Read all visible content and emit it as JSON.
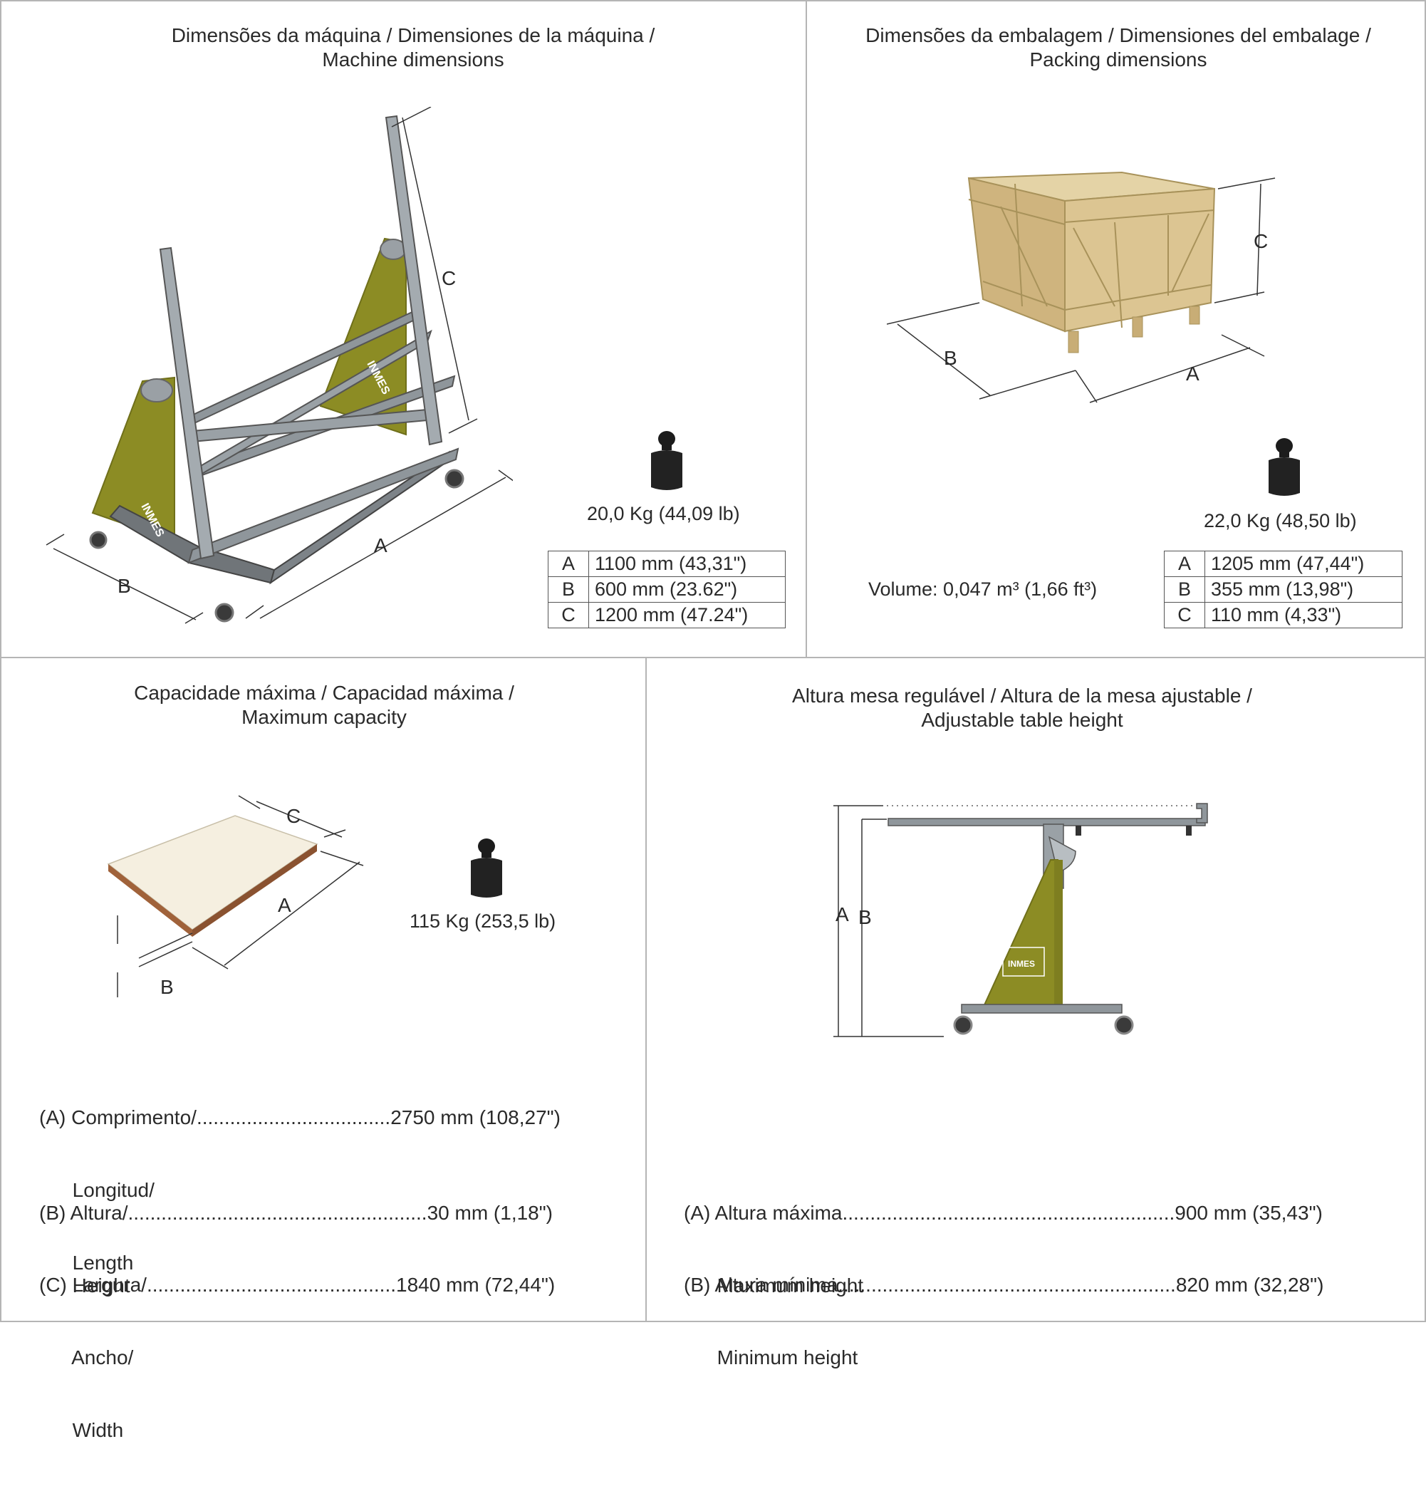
{
  "panels": {
    "machine": {
      "title_line1": "Dimensões da máquina / Dimensiones de la máquina /",
      "title_line2": "Machine dimensions",
      "weight": "20,0 Kg (44,09 lb)",
      "rows": [
        {
          "key": "A",
          "value": "1100 mm (43,31\")"
        },
        {
          "key": "B",
          "value": "600 mm (23.62\")"
        },
        {
          "key": "C",
          "value": "1200 mm (47.24\")"
        }
      ],
      "dim_labels": {
        "a": "A",
        "b": "B",
        "c": "C"
      },
      "logo_text": "INMES"
    },
    "packing": {
      "title_line1": "Dimensões da embalagem / Dimensiones del embalage /",
      "title_line2": "Packing dimensions",
      "weight": "22,0 Kg (48,50 lb)",
      "volume": "Volume: 0,047 m³ (1,66 ft³)",
      "rows": [
        {
          "key": "A",
          "value": "1205 mm (47,44\")"
        },
        {
          "key": "B",
          "value": "355 mm (13,98\")"
        },
        {
          "key": "C",
          "value": "110 mm (4,33\")"
        }
      ],
      "dim_labels": {
        "a": "A",
        "b": "B",
        "c": "C"
      }
    },
    "capacity": {
      "title_line1": "Capacidade máxima / Capacidad máxima /",
      "title_line2": "Maximum capacity",
      "weight": "115 Kg (253,5 lb)",
      "dim_labels": {
        "a": "A",
        "b": "B",
        "c": "C"
      },
      "specs": [
        {
          "line1": "(A) Comprimento/...................................2750 mm (108,27\")",
          "line2": "      Longitud/",
          "line3": "      Length"
        },
        {
          "line1": "(B) Altura/......................................................30 mm (1,18\")",
          "line2": "      Height",
          "line3": ""
        },
        {
          "line1": "(C) Largura/.............................................1840 mm (72,44\")",
          "line2": "      Ancho/",
          "line3": "      Width"
        }
      ]
    },
    "table_height": {
      "title_line1": "Altura mesa regulável / Altura de la mesa ajustable /",
      "title_line2": "Adjustable table height",
      "dim_labels": {
        "a": "A",
        "b": "B"
      },
      "logo_text": "INMES",
      "specs": [
        {
          "line1": "(A) Altura máxima............................................................900 mm (35,43\")",
          "line2": "      Maximum height"
        },
        {
          "line1": "(B) Altura mínima.............................................................820 mm (32,28\")",
          "line2": "      Minimum height"
        }
      ]
    }
  },
  "colors": {
    "olive": "#8c8c24",
    "steel": "#8f969b",
    "wood": "#d9c493",
    "border": "#b5b5b5"
  }
}
